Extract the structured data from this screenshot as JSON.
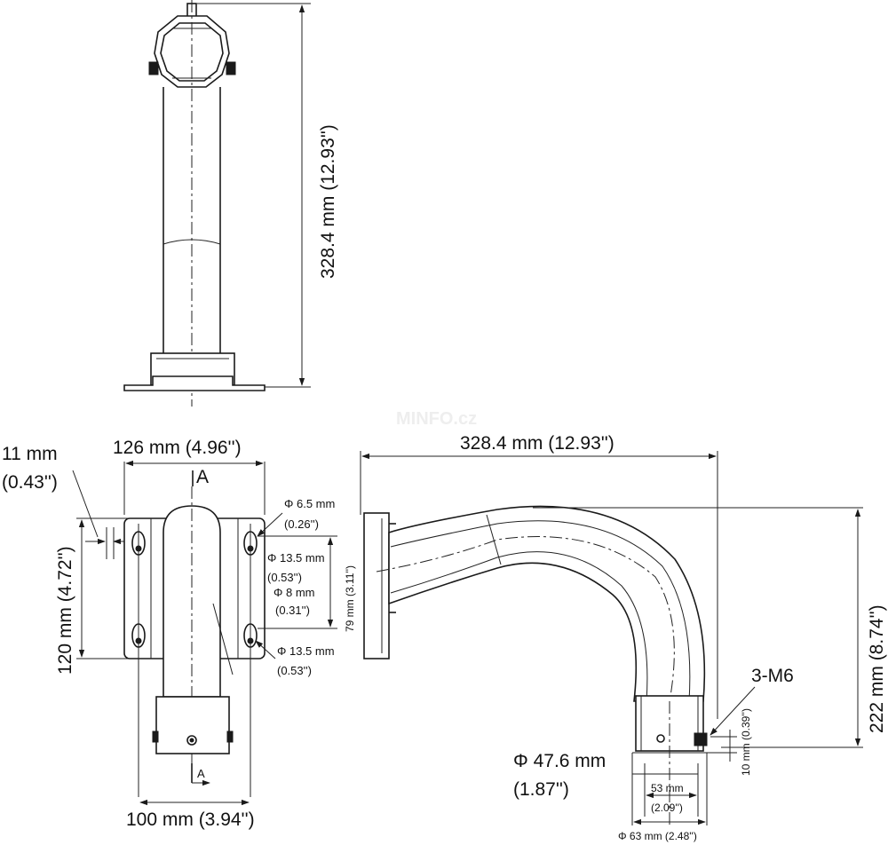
{
  "watermark": "MINFO.cz",
  "side_view": {
    "height_label": "328.4 mm (12.93'')"
  },
  "front_view": {
    "width_top_label": "126 mm (4.96'')",
    "width_bottom_label": "100 mm (3.94'')",
    "height_label": "120 mm (4.72'')",
    "offset_mm": "11 mm",
    "offset_in": "(0.43'')",
    "section_mark_top": "A",
    "section_mark_bottom": "A",
    "hole_a_mm": "Φ 6.5 mm",
    "hole_a_in": "(0.26'')",
    "hole_b_mm": "Φ 13.5 mm",
    "hole_b_in": "(0.53'')",
    "hole_c_mm": "Φ 8 mm",
    "hole_c_in": "(0.31'')",
    "hole_d_mm": "Φ 13.5 mm",
    "hole_d_in": "(0.53'')",
    "hole_spacing_label": "79 mm (3.11'')"
  },
  "profile_view": {
    "length_label": "328.4 mm (12.93'')",
    "drop_label": "222 mm (8.74'')",
    "thread_label": "3-M6",
    "thread_offset_label": "10 mm (0.39'')",
    "tube_diameter_mm": "Φ 47.6 mm",
    "tube_diameter_in": "(1.87'')",
    "inner_width_mm": "53 mm",
    "inner_width_in": "(2.09'')",
    "outer_diameter_label": "Φ 63 mm (2.48'')"
  }
}
